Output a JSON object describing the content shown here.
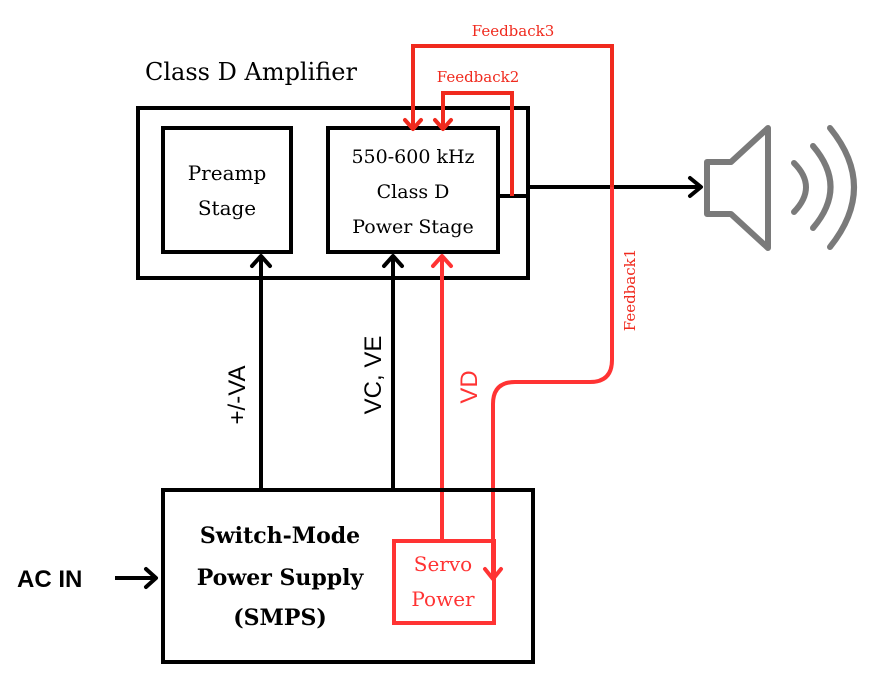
{
  "diagram": {
    "title": "Class D Amplifier",
    "blocks": {
      "preamp": {
        "lines": [
          "Preamp",
          "Stage"
        ]
      },
      "power_stage": {
        "lines": [
          "550-600 kHz",
          "Class D",
          "Power Stage"
        ]
      },
      "smps": {
        "lines": [
          "Switch-Mode",
          "Power Supply",
          "(SMPS)"
        ]
      },
      "servo": {
        "lines": [
          "Servo",
          "Power"
        ]
      }
    },
    "input_label": "AC IN",
    "rails": {
      "va": "+/-VA",
      "vcve": "VC, VE",
      "vd": "VD"
    },
    "feedback": {
      "fb1": "Feedback1",
      "fb2": "Feedback2",
      "fb3": "Feedback3"
    },
    "output_device": "speaker",
    "colors": {
      "line": "#000000",
      "feedback": "#f02a1e",
      "servo": "#ff3333",
      "speaker": "#7a7a7a"
    }
  }
}
